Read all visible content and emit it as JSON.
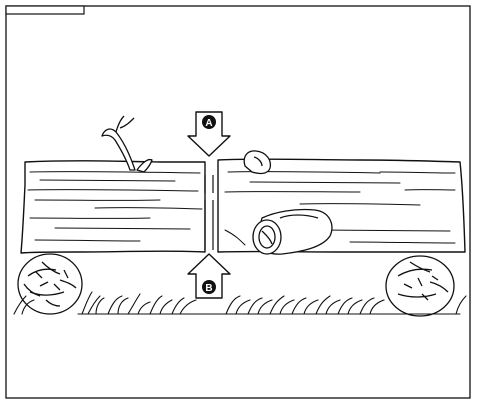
{
  "diagram": {
    "callouts": [
      {
        "id": "A",
        "label": "A",
        "meaning": ""
      },
      {
        "id": "B",
        "label": "B",
        "meaning": ""
      }
    ]
  }
}
